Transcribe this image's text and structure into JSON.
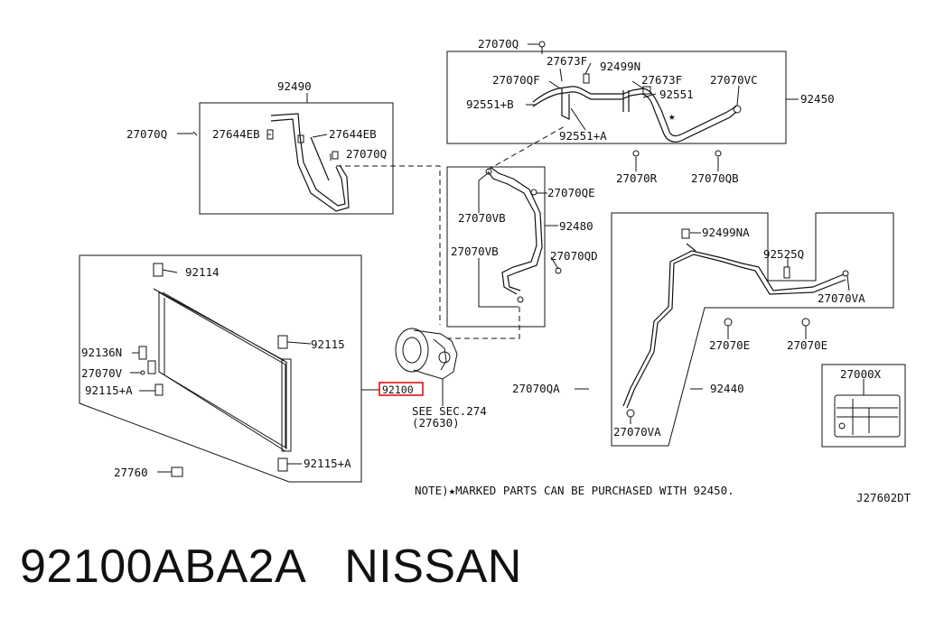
{
  "diagram": {
    "labels": {
      "l27070Q_top": "27070Q",
      "l27673F_a": "27673F",
      "l92499N": "92499N",
      "l27070QF": "27070QF",
      "l27673F_b": "27673F",
      "l27070VC": "27070VC",
      "l92551B": "92551+B",
      "l92551": "92551",
      "l92450": "92450",
      "l92551A": "92551+A",
      "l27070R": "27070R",
      "l27070QB": "27070QB",
      "l92490": "92490",
      "l27070Q_left": "27070Q",
      "l27644EB_a": "27644EB",
      "l27644EB_b": "27644EB",
      "l27070Q_mid": "27070Q",
      "l27070QE": "27070QE",
      "l27070VB_a": "27070VB",
      "l92480": "92480",
      "l92499NA": "92499NA",
      "l27070VB_b": "27070VB",
      "l27070QD": "27070QD",
      "l92525Q": "92525Q",
      "l27070VA_a": "27070VA",
      "l92114": "92114",
      "l92115": "92115",
      "l92136N": "92136N",
      "l27070V": "27070V",
      "l92115A_a": "92115+A",
      "l92100": "92100",
      "l27070E_a": "27070E",
      "l27070E_b": "27070E",
      "l27000X": "27000X",
      "lSeeSec": "SEE SEC.274",
      "l27630": "(27630)",
      "l27070QA": "27070QA",
      "l92440": "92440",
      "l27070VA_b": "27070VA",
      "l92115A_b": "92115+A",
      "l27760": "27760"
    },
    "note": "NOTE)★MARKED PARTS CAN BE PURCHASED WITH 92450.",
    "diagram_code": "J27602DT",
    "star_symbol": "★",
    "highlight_color": "#e00000"
  },
  "caption": {
    "part_number": "92100ABA2A",
    "brand": "NISSAN"
  }
}
